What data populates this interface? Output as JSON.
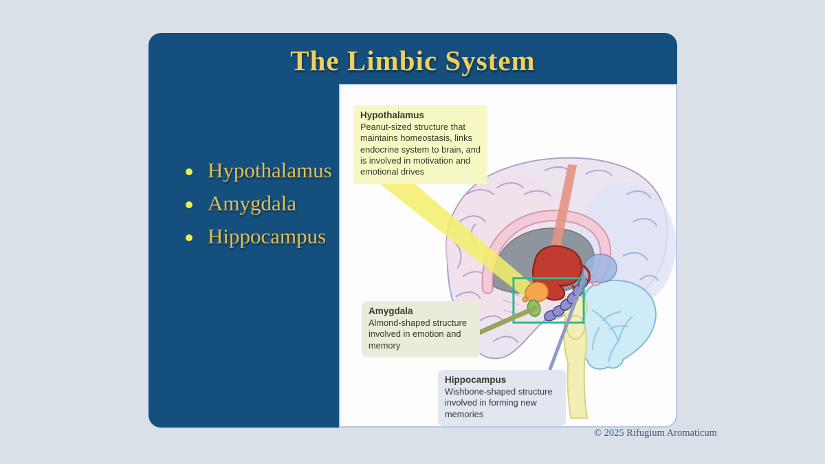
{
  "page": {
    "copyright": "© 2025 Rifugium Aromaticum"
  },
  "slide": {
    "title": "The Limbic System",
    "bullets": [
      {
        "label": "Hypothalamus"
      },
      {
        "label": "Amygdala"
      },
      {
        "label": "Hippocampus"
      }
    ]
  },
  "diagram": {
    "callouts": [
      {
        "id": "hypothalamus",
        "title": "Hypothalamus",
        "body": "Peanut-sized structure that maintains homeostasis, links endocrine system to brain, and is involved in motivation and emotional drives"
      },
      {
        "id": "amygdala",
        "title": "Amygdala",
        "body": "Almond-shaped structure involved in emotion and memory"
      },
      {
        "id": "hippocampus",
        "title": "Hippocampus",
        "body": "Wishbone-shaped structure involved in forming new memories"
      }
    ],
    "structures": [
      {
        "name": "cerebrum",
        "color": "#ece4ee"
      },
      {
        "name": "cerebellum",
        "color": "#cdecf7"
      },
      {
        "name": "brainstem",
        "color": "#f3eeb5"
      },
      {
        "name": "corpus-callosum",
        "color": "#f3cbd8"
      },
      {
        "name": "thalamus",
        "color": "#c23b30"
      },
      {
        "name": "hypothalamus",
        "color": "#f4a54e"
      },
      {
        "name": "amygdala",
        "color": "#8fc261"
      },
      {
        "name": "hippocampus",
        "color": "#918fd2"
      }
    ]
  },
  "colors": {
    "page_bg": "#d9e0e8",
    "slide_bg": "#154f7d",
    "title": "#efd05e",
    "bullet_text": "#e3c052",
    "bullet_dot": "#e9ee55",
    "panel_bg": "#fdfdfe",
    "panel_border": "#b9c8e8",
    "highlight_box": "#2ab890",
    "callout_hypothalamus_bg": "#f7f7c3",
    "callout_amygdala_bg": "#e9ecdb",
    "callout_hippocampus_bg": "#e1e6f0",
    "copyright": "#3e5a78"
  }
}
